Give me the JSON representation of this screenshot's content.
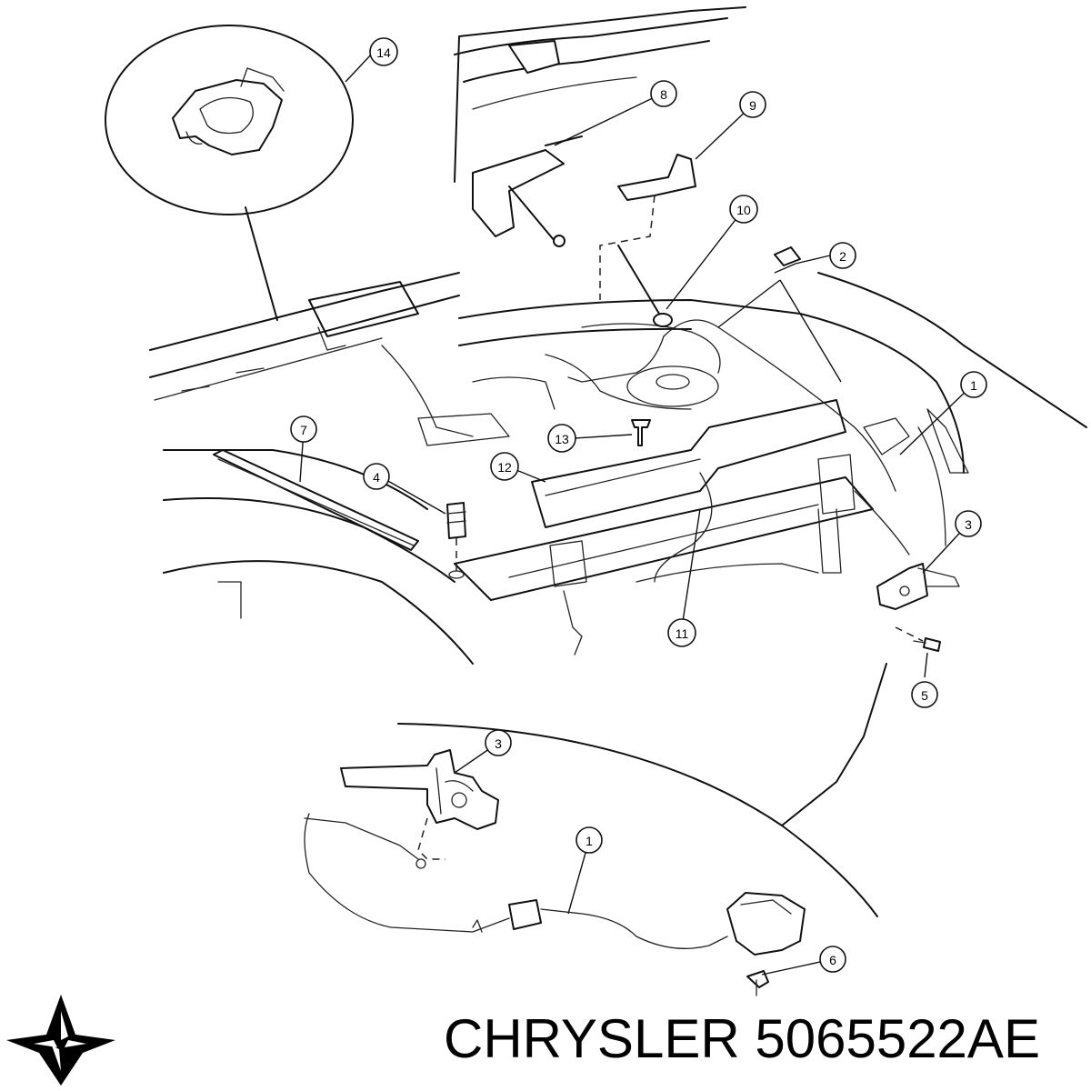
{
  "brand": {
    "name": "CHRYSLER",
    "part_number": "5065522AE",
    "logo_icon": "pentastar-logo-icon"
  },
  "callouts": [
    {
      "id": "c14",
      "label": "14"
    },
    {
      "id": "c8",
      "label": "8"
    },
    {
      "id": "c9",
      "label": "9"
    },
    {
      "id": "c10",
      "label": "10"
    },
    {
      "id": "c2",
      "label": "2"
    },
    {
      "id": "c1a",
      "label": "1"
    },
    {
      "id": "c7",
      "label": "7"
    },
    {
      "id": "c13",
      "label": "13"
    },
    {
      "id": "c12",
      "label": "12"
    },
    {
      "id": "c4",
      "label": "4"
    },
    {
      "id": "c3a",
      "label": "3"
    },
    {
      "id": "c11",
      "label": "11"
    },
    {
      "id": "c5",
      "label": "5"
    },
    {
      "id": "c3b",
      "label": "3"
    },
    {
      "id": "c1b",
      "label": "1"
    },
    {
      "id": "c6",
      "label": "6"
    }
  ],
  "colors": {
    "line": "#111111",
    "background": "#ffffff"
  }
}
